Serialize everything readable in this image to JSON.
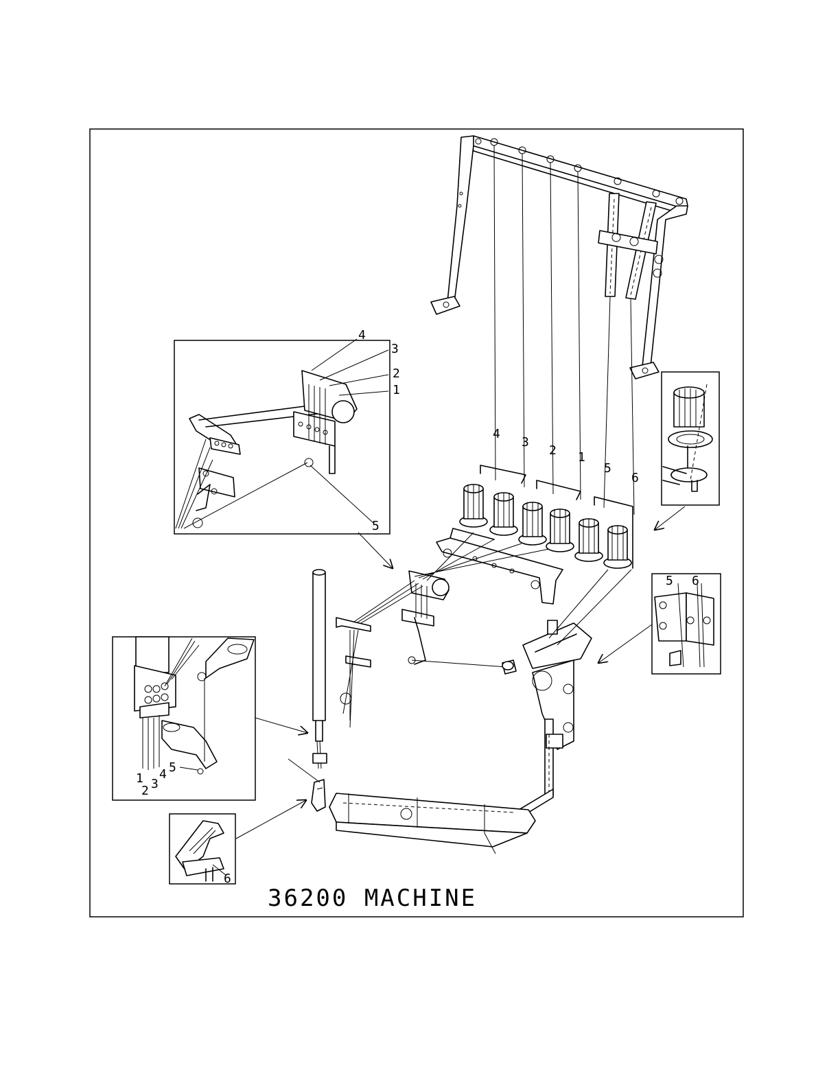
{
  "title": "36200 MACHINE",
  "labels": {
    "thread_guides_bar": [
      "4",
      "3",
      "2",
      "1",
      "5",
      "6"
    ],
    "tension_posts": [
      "4",
      "3",
      "2",
      "1",
      "5",
      "6"
    ],
    "inset_top_left": [
      "4",
      "3",
      "2",
      "1",
      "5"
    ],
    "inset_right_mid": [
      "5",
      "6"
    ],
    "inset_needles": [
      "1",
      "2",
      "3",
      "4",
      "5"
    ],
    "inset_looper": [
      "6"
    ]
  }
}
